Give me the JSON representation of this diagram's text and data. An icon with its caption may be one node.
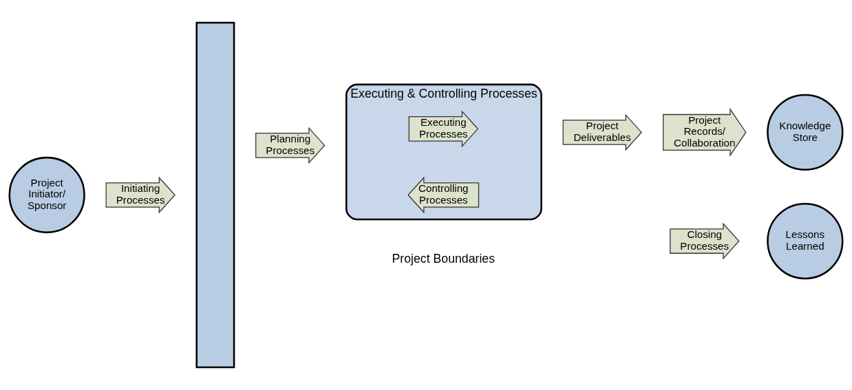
{
  "diagram": {
    "nodes": [
      {
        "text": [],
        "shape": "bar"
      },
      {
        "text": [
          "Project Initiator/ Sponsor"
        ]
      },
      {
        "text": [
          "Initiating Processes"
        ]
      },
      {
        "text": [
          "Planning Processes"
        ]
      },
      {
        "text": [
          "Executing & Controlling Processes"
        ]
      },
      {
        "text": [
          "Executing Processes"
        ],
        "in": 4
      },
      {
        "text": [
          "Controlling Processes"
        ],
        "in": 4
      },
      {
        "text": [
          "Project Deliverables"
        ]
      },
      {
        "text": [
          "Closing Processes"
        ]
      },
      {
        "text": [
          "Lessons Learned"
        ]
      },
      {
        "text": [
          "Project Records/ Collaboration"
        ]
      },
      {
        "text": [
          "Knowledge Store"
        ]
      }
    ],
    "labels": [
      "Project Boundaries"
    ]
  }
}
